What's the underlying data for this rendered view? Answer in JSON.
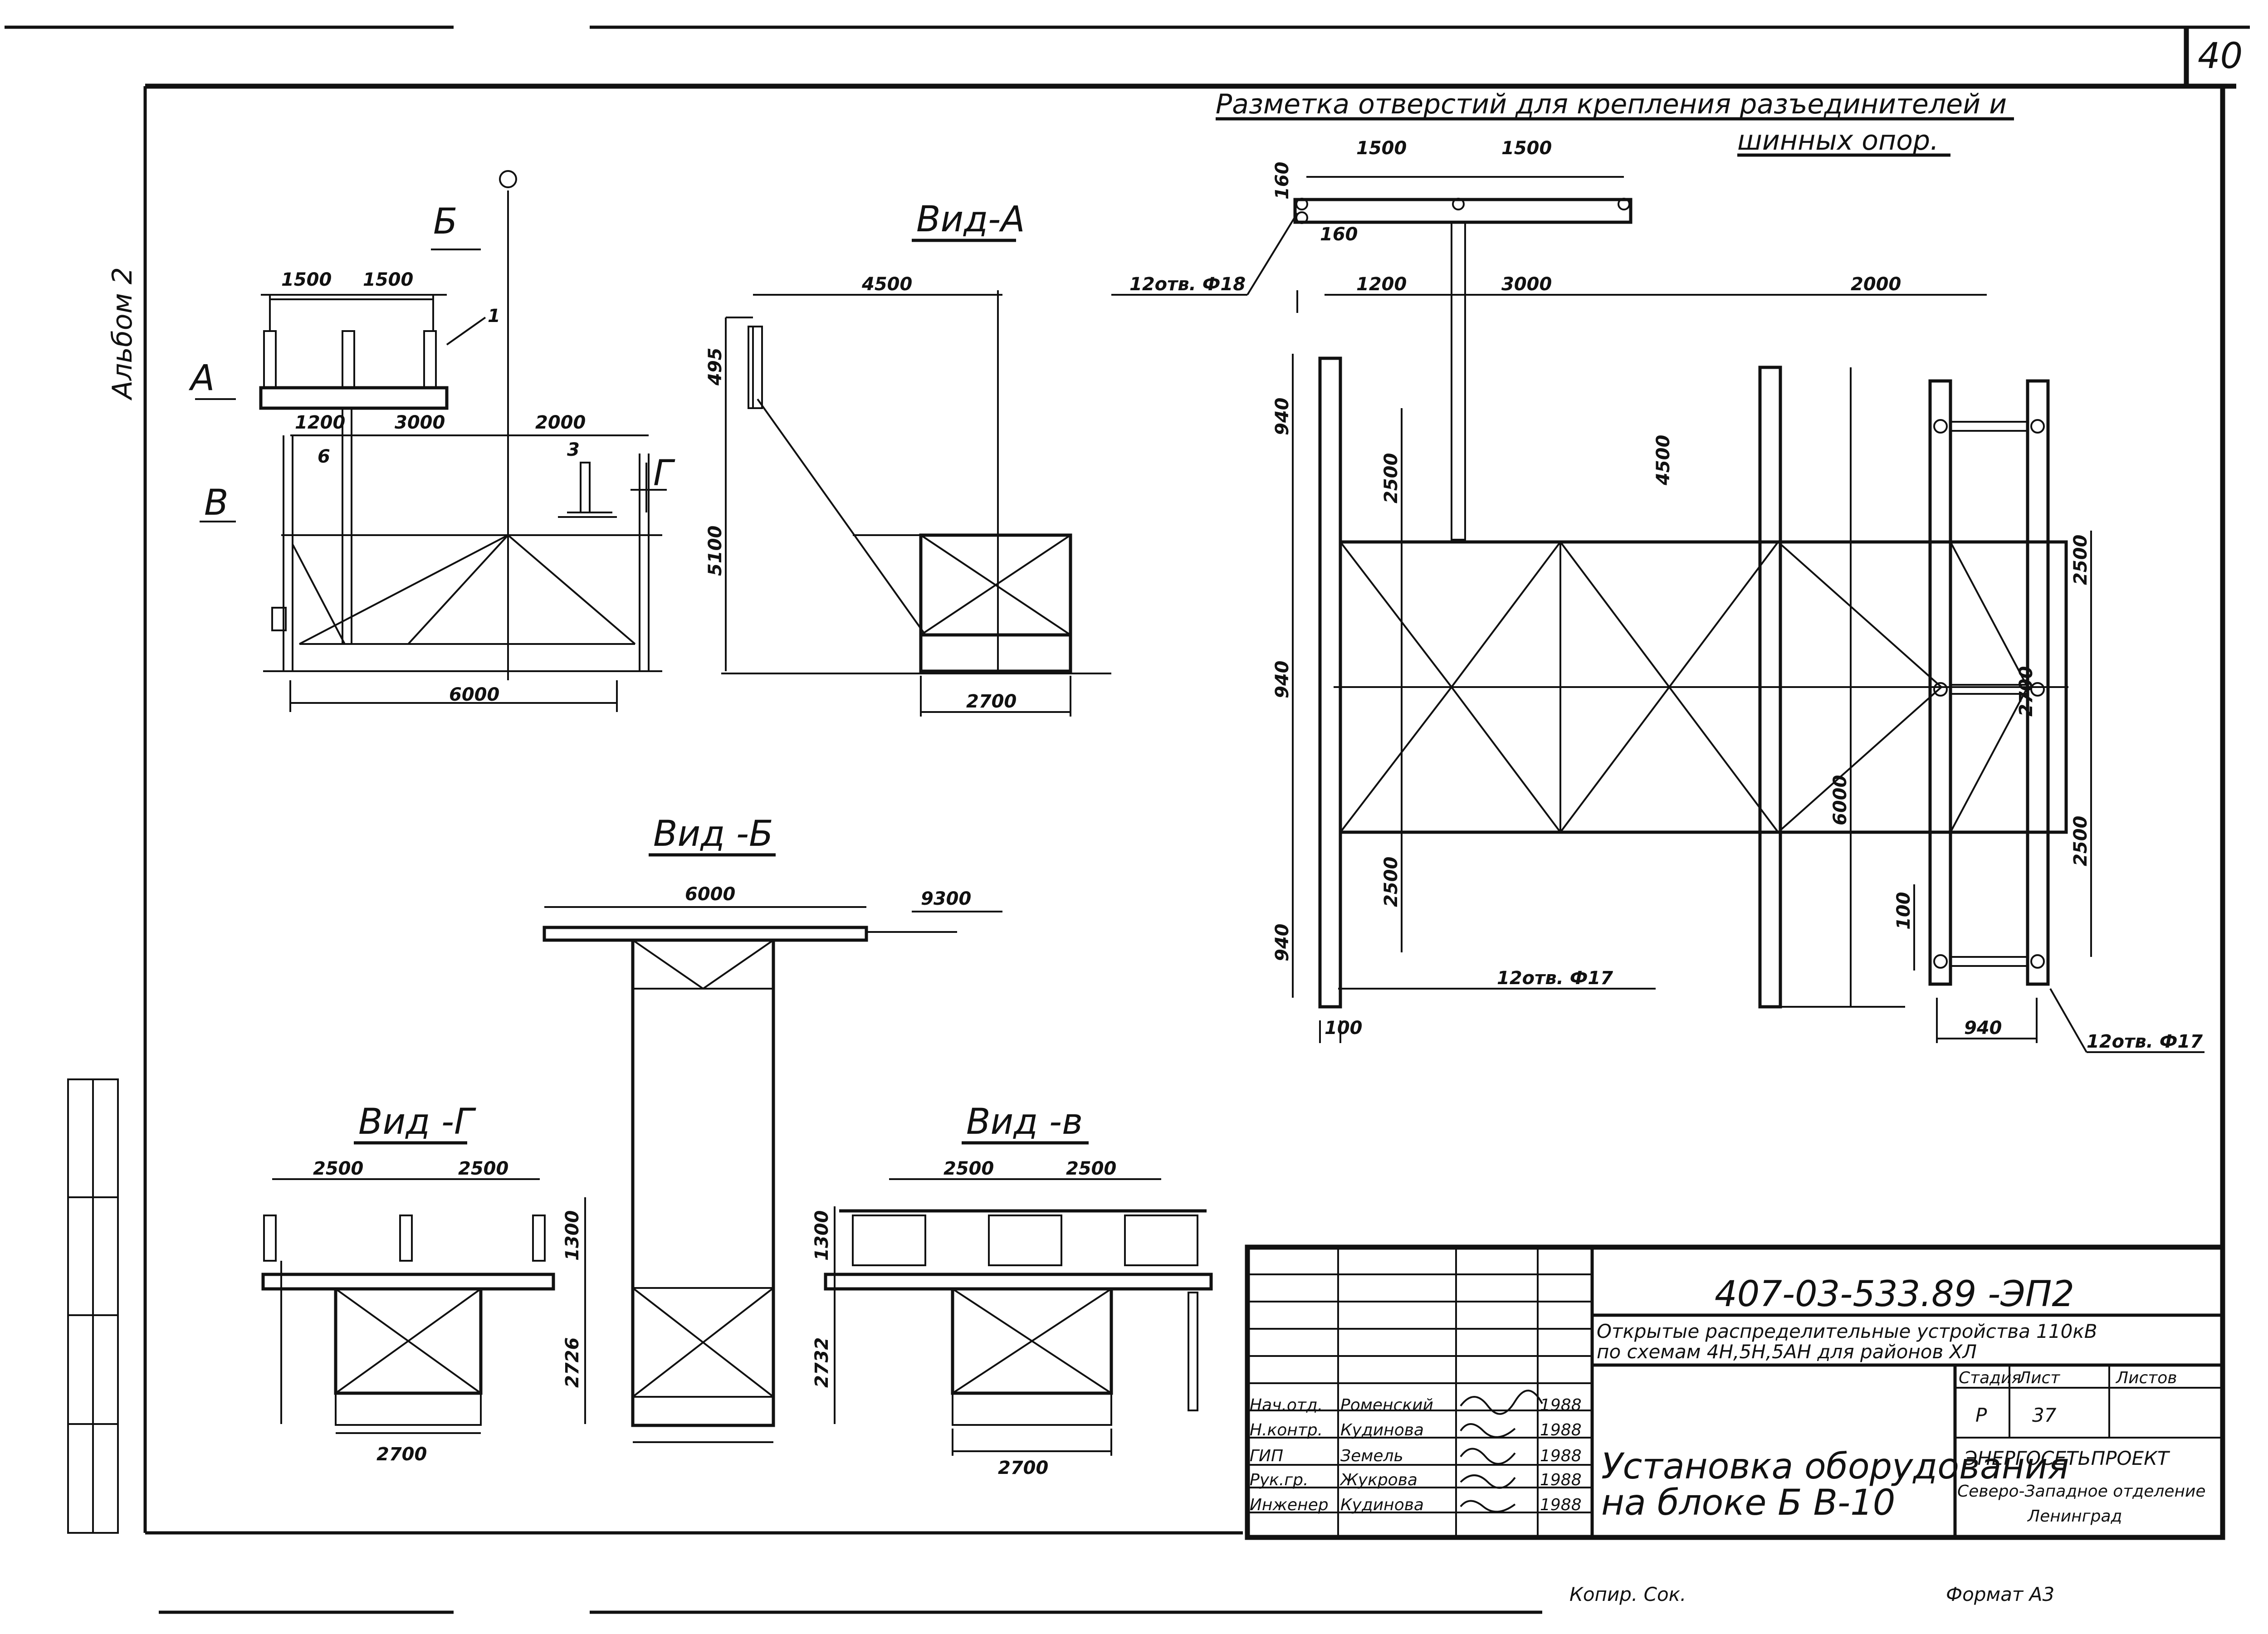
{
  "page_number": "40",
  "side_label": "Альбом 2",
  "main_title": {
    "line1": "Разметка отверстий для крепления разъединителей и",
    "line2": "шинных опор."
  },
  "views": {
    "a": "Вид-А",
    "b": "Вид -Б",
    "v": "Вид -в",
    "g": "Вид -Г"
  },
  "plan": {
    "marker_b": "Б",
    "marker_a": "А",
    "marker_v": "В",
    "marker_g": "Г",
    "label_1": "1",
    "label_3": "3",
    "label_6": "6",
    "d1500a": "1500",
    "d1500b": "1500",
    "d1200": "1200",
    "d3000": "3000",
    "d2000": "2000",
    "d6000": "6000"
  },
  "view_a": {
    "d4500": "4500",
    "d495": "495",
    "d5100": "5100",
    "d2700": "2700"
  },
  "view_b": {
    "d6000": "6000",
    "level": "9300"
  },
  "view_g": {
    "d2500a": "2500",
    "d2500b": "2500",
    "d1300": "1300",
    "d2726": "2726",
    "d2700": "2700"
  },
  "view_v": {
    "d2500a": "2500",
    "d2500b": "2500",
    "d1300": "1300",
    "d2732": "2732",
    "d2700": "2700"
  },
  "holes": {
    "d1500a": "1500",
    "d1500b": "1500",
    "d160a": "160",
    "d160b": "160",
    "d1200": "1200",
    "d3000": "3000",
    "d2000": "2000",
    "d940a": "940",
    "d940b": "940",
    "d940c": "940",
    "d940d": "940",
    "d2500a": "2500",
    "d2500b": "2500",
    "d2500c": "2500",
    "d2500d": "2500",
    "d4500": "4500",
    "d6000": "6000",
    "d2700": "2700",
    "d100a": "100",
    "d100b": "100",
    "holes_18": "12отв. Ф18",
    "holes_17a": "12отв. Ф17",
    "holes_17b": "12отв. Ф17"
  },
  "title_block": {
    "doc_code": "407-03-533.89 -ЭП2",
    "desc_line1": "Открытые распределительные устройства 110кВ",
    "desc_line2": "по схемам 4Н,5Н,5АН для районов ХЛ",
    "stage_hdr": "Стадия",
    "sheet_hdr": "Лист",
    "sheets_hdr": "Листов",
    "stage": "Р",
    "sheet": "37",
    "sheet_title_line1": "Установка оборудования",
    "sheet_title_line2": "на блоке Б В-10",
    "org_line1": "ЭНЕРГОСЕТЬПРОЕКТ",
    "org_line2": "Северо-Западное отделение",
    "org_line3": "Ленинград",
    "signers": [
      {
        "role": "Нач.отд.",
        "name": "Роменский"
      },
      {
        "role": "Н.контр.",
        "name": "Кудинова"
      },
      {
        "role": "ГИП",
        "name": "Земель"
      },
      {
        "role": "Рук.гр.",
        "name": "Жукрова"
      },
      {
        "role": "Инженер",
        "name": "Кудинова"
      }
    ],
    "dates": [
      "1988",
      "1988",
      "1988",
      "1988",
      "1988"
    ]
  },
  "footer": {
    "copied": "Копир. Сок.",
    "format": "Формат А3"
  }
}
